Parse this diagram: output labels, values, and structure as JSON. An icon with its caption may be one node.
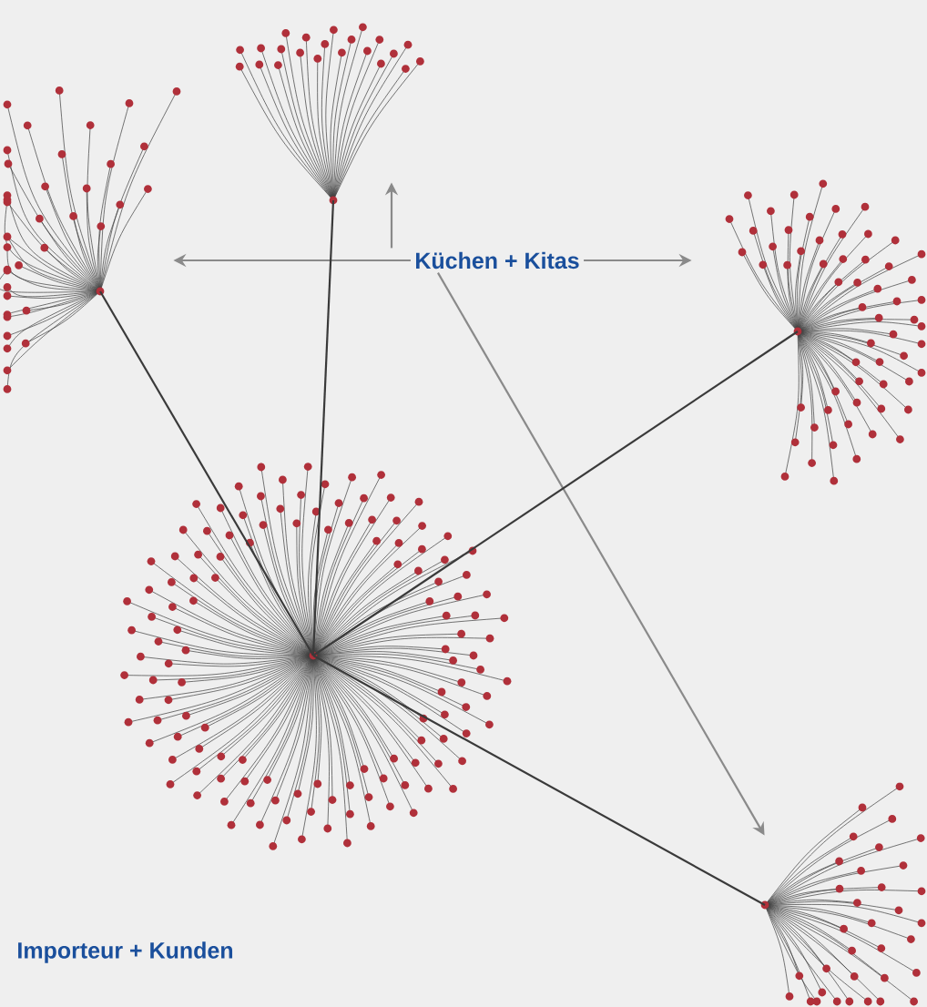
{
  "diagram": {
    "nodes": [
      {
        "text": [
          "Küchen + Kitas"
        ]
      },
      {
        "text": [],
        "shape": "network"
      },
      {
        "text": [],
        "shape": "network"
      },
      {
        "text": [],
        "shape": "network"
      },
      {
        "text": [],
        "shape": "network"
      },
      {
        "text": [],
        "shape": "network"
      }
    ],
    "edges": [
      {
        "from": 0,
        "to": 1,
        "arrow": "to"
      },
      {
        "from": 0,
        "to": 2,
        "arrow": "to"
      },
      {
        "from": 0,
        "to": 3,
        "arrow": "to"
      },
      {
        "from": 0,
        "to": 4,
        "arrow": "to"
      },
      {
        "from": 5,
        "to": 1,
        "arrow": "none",
        "color": "#3a3a3a"
      },
      {
        "from": 5,
        "to": 2,
        "arrow": "none",
        "color": "#3a3a3a"
      },
      {
        "from": 5,
        "to": 3,
        "arrow": "none",
        "color": "#3a3a3a"
      },
      {
        "from": 5,
        "to": 4,
        "arrow": "none",
        "color": "#3a3a3a"
      }
    ],
    "labels": [
      "Importeur + Kunden"
    ]
  }
}
